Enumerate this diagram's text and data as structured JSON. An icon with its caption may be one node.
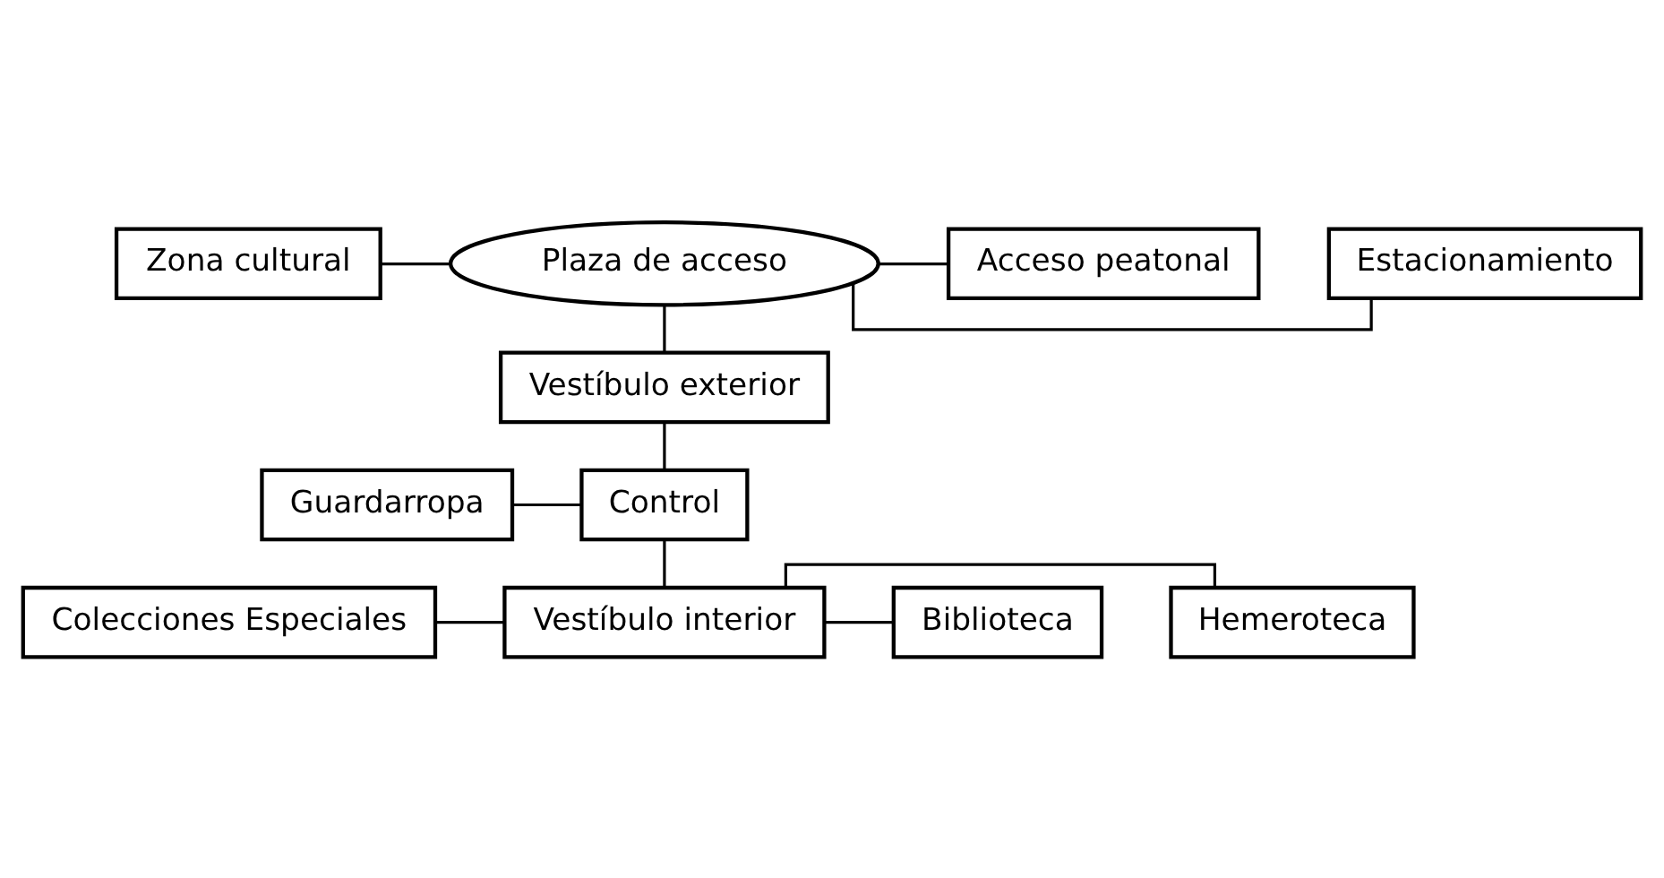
{
  "diagram": {
    "nodes": [
      {
        "text": [
          "Estacionamiento"
        ]
      },
      {
        "text": [
          "Zona cultural"
        ]
      },
      {
        "text": [
          "Plaza de acceso"
        ]
      },
      {
        "text": [
          "Acceso peatonal"
        ]
      },
      {
        "text": [
          "Vestíbulo exterior"
        ]
      },
      {
        "text": [
          "Guardarropa"
        ]
      },
      {
        "text": [
          "Control"
        ]
      },
      {
        "text": [
          "Hemeroteca"
        ]
      },
      {
        "text": [
          "Colecciones Especiales"
        ]
      },
      {
        "text": [
          "Vestíbulo interior"
        ]
      },
      {
        "text": [
          "Biblioteca"
        ]
      }
    ],
    "edges": [
      {
        "from": 2,
        "to": 0,
        "arrow": "none"
      },
      {
        "from": 1,
        "to": 2,
        "arrow": "none"
      },
      {
        "from": 2,
        "to": 3,
        "arrow": "none"
      },
      {
        "from": 2,
        "to": 4,
        "arrow": "none"
      },
      {
        "from": 4,
        "to": 6,
        "arrow": "none"
      },
      {
        "from": 5,
        "to": 6,
        "arrow": "none"
      },
      {
        "from": 6,
        "to": 9,
        "arrow": "none"
      },
      {
        "from": 8,
        "to": 9,
        "arrow": "none"
      },
      {
        "from": 9,
        "to": 7,
        "arrow": "none"
      },
      {
        "from": 9,
        "to": 10,
        "arrow": "none"
      }
    ]
  }
}
